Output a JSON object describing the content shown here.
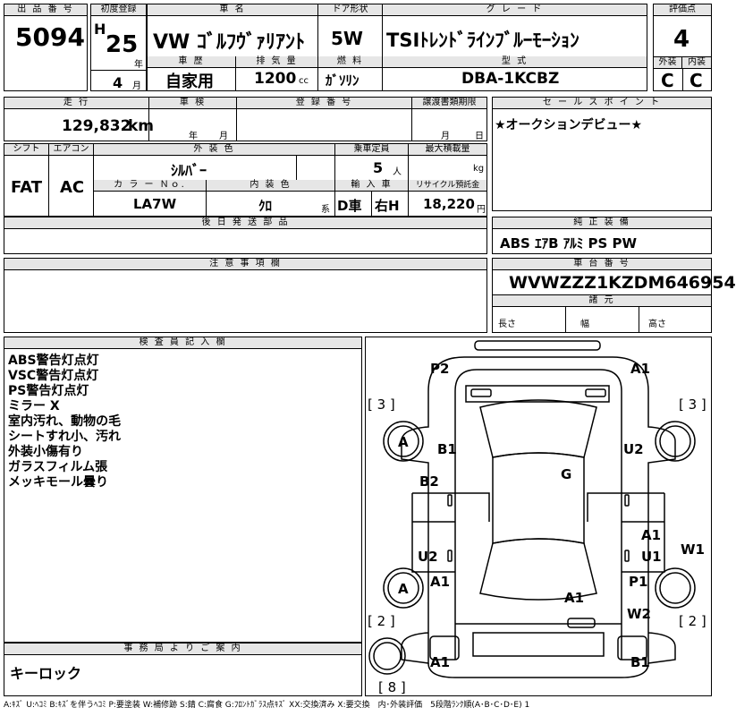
{
  "header": {
    "lot_label": "出 品 番 号",
    "lot_number": "5094",
    "first_reg_label": "初度登録",
    "era_mark": "H",
    "year": "25",
    "year_unit": "年",
    "month": "4",
    "month_unit": "月",
    "name_label": "車 名",
    "car_name": "VW ｺﾞﾙﾌｳﾞｧﾘｱﾝﾄ",
    "door_label": "ドア形状",
    "door_value": "5W",
    "grade_label": "グ レ ー ド",
    "grade_value": "TSIﾄﾚﾝﾄﾞﾗｲﾝﾌﾞﾙｰﾓｰｼｮﾝ",
    "score_label": "評価点",
    "score_value": "4",
    "history_label": "車 歴",
    "history_value": "自家用",
    "displacement_label": "排 気 量",
    "displacement_value": "1200",
    "displacement_unit": "cc",
    "fuel_label": "燃 料",
    "fuel_value": "ｶﾞｿﾘﾝ",
    "model_label": "型 式",
    "model_value": "DBA-1KCBZ",
    "exterior_label": "外装",
    "exterior_value": "C",
    "interior_label": "内装",
    "interior_value": "C"
  },
  "row2": {
    "mileage_label": "走 行",
    "mileage_value": "129,832",
    "mileage_unit": "km",
    "inspection_label": "車 検",
    "inspection_year_unit": "年",
    "inspection_month_unit": "月",
    "registration_label": "登 録 番 号",
    "transfer_label": "譲渡書類期限",
    "transfer_month_unit": "月",
    "transfer_day_unit": "日",
    "sales_point_label": "セ ー ル ス ポ イ ン ト",
    "sales_point_value": "★オークションデビュー★"
  },
  "row3": {
    "shift_label": "シフト",
    "shift_value": "FAT",
    "ac_label": "エアコン",
    "ac_value": "AC",
    "color_label": "外 装 色",
    "color_value": "ｼﾙﾊﾞｰ",
    "capacity_label": "乗車定員",
    "capacity_value": "5",
    "capacity_unit": "人",
    "load_label": "最大積載量",
    "load_unit": "kg",
    "color_no_label": "カ ラ ー Ｎｏ.",
    "color_no_value": "LA7W",
    "interior_color_label": "内 装 色",
    "interior_color_value": "ｸﾛ",
    "interior_color_unit": "系",
    "import_label": "輸 入 車",
    "import_value_1": "D車",
    "import_value_2": "右H",
    "recycle_label": "リサイクル預託金",
    "recycle_value": "18,220",
    "recycle_unit": "円"
  },
  "later_parts": {
    "label": "後 日 発 送 部 品",
    "value": ""
  },
  "genuine": {
    "label": "純 正 装 備",
    "value": "ABS ｴｱB ｱﾙﾐ PS PW"
  },
  "caution": {
    "label": "注 意 事 項 欄",
    "value": ""
  },
  "chassis": {
    "label": "車 台 番 号",
    "value": "WVWZZZ1KZDM646954",
    "spec_label": "諸 元",
    "length_label": "長さ",
    "width_label": "幅",
    "height_label": "高さ"
  },
  "inspector": {
    "label": "検 査 員 記 入 欄",
    "notes": [
      "ABS警告灯点灯",
      "VSC警告灯点灯",
      "PS警告灯点灯",
      "ミラー X",
      "室内汚れ、動物の毛",
      "シートすれ小、汚れ",
      "外装小傷有り",
      "ガラスフィルム張",
      "メッキモール曇り"
    ]
  },
  "office": {
    "label": "事 務 局 よ り ご 案 内",
    "value": "キーロック"
  },
  "diagram": {
    "marks": {
      "p2": "P2",
      "a1_top_right": "A1",
      "tire_fl_num": "[ 3 ]",
      "tire_fr_num": "[ 3 ]",
      "tire_fl_code": "A",
      "b1_left": "B1",
      "u2_right": "U2",
      "g_center": "G",
      "b2_left": "B2",
      "a1_right_mid": "A1",
      "u2_left_low": "U2",
      "u1_right": "U1",
      "w1_right": "W1",
      "tire_rl_code": "A",
      "a1_left_low": "A1",
      "p1_right": "P1",
      "a1_center_low": "A1",
      "w2_right": "W2",
      "tire_rl_num": "[ 2 ]",
      "tire_rr_num": "[ 2 ]",
      "a1_bottom_left": "A1",
      "b1_bottom_right": "B1",
      "spare_num": "[ 8 ]"
    }
  },
  "legend": {
    "text": "A:ｷｽﾞ U:ﾍｺﾐ B:ｷｽﾞを伴うﾍｺﾐ P:要塗装 W:補修跡 S:錆 C:腐食 G:ﾌﾛﾝﾄｶﾞﾗｽ点ｷｽﾞ XX:交換済み X:要交換　内･外装評価　5段階ﾗﾝｸ順(A･B･C･D･E) 1"
  }
}
